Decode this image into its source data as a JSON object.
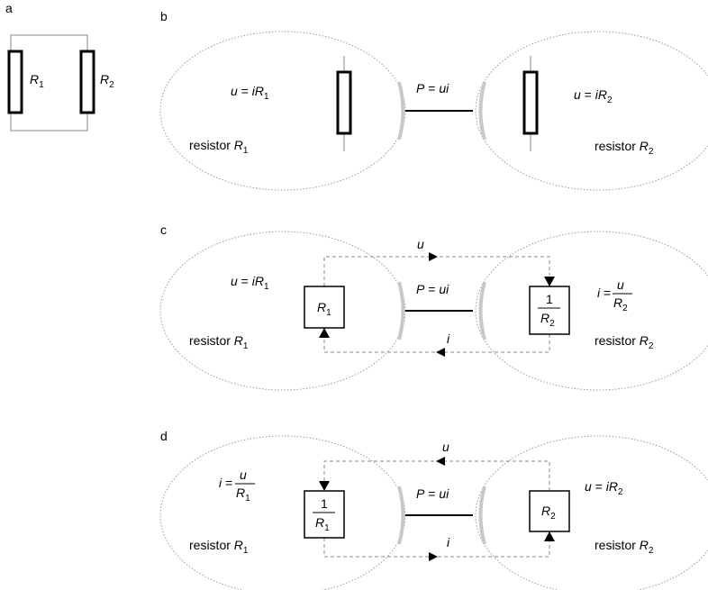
{
  "colors": {
    "wire": "#8a8a8a",
    "ellipse": "#9a9a9a",
    "dashed": "#8a8a8a",
    "stroke": "#000000"
  },
  "panels": {
    "a": {
      "label": "a",
      "r1": {
        "main": "R",
        "sub": "1"
      },
      "r2": {
        "main": "R",
        "sub": "2"
      }
    },
    "b": {
      "label": "b",
      "left_eq": {
        "pre": "u",
        "mid": " = ",
        "var": "iR",
        "sub": "1"
      },
      "right_eq": {
        "pre": "u",
        "mid": " = ",
        "var": "iR",
        "sub": "2"
      },
      "power": {
        "pre": "P",
        "mid": " = ",
        "var": "ui"
      },
      "left_name": {
        "word": "resistor ",
        "var": "R",
        "sub": "1"
      },
      "right_name": {
        "word": "resistor ",
        "var": "R",
        "sub": "2"
      }
    },
    "c": {
      "label": "c",
      "left_eq": {
        "pre": "u",
        "mid": " = ",
        "var": "iR",
        "sub": "1"
      },
      "right_eq": {
        "pre": "i",
        "mid": " = ",
        "num": "u",
        "den": "R",
        "densub": "2"
      },
      "power": {
        "pre": "P",
        "mid": " = ",
        "var": "ui"
      },
      "top_signal": "u",
      "bottom_signal": "i",
      "left_block": {
        "var": "R",
        "sub": "1"
      },
      "right_block": {
        "num": "1",
        "den": "R",
        "densub": "2"
      },
      "left_name": {
        "word": "resistor ",
        "var": "R",
        "sub": "1"
      },
      "right_name": {
        "word": "resistor ",
        "var": "R",
        "sub": "2"
      }
    },
    "d": {
      "label": "d",
      "left_eq": {
        "pre": "i",
        "mid": " = ",
        "num": "u",
        "den": "R",
        "densub": "1"
      },
      "right_eq": {
        "pre": "u",
        "mid": " = ",
        "var": "iR",
        "sub": "2"
      },
      "power": {
        "pre": "P",
        "mid": " = ",
        "var": "ui"
      },
      "top_signal": "u",
      "bottom_signal": "i",
      "left_block": {
        "num": "1",
        "den": "R",
        "densub": "1"
      },
      "right_block": {
        "var": "R",
        "sub": "2"
      },
      "left_name": {
        "word": "resistor ",
        "var": "R",
        "sub": "1"
      },
      "right_name": {
        "word": "resistor ",
        "var": "R",
        "sub": "2"
      }
    }
  }
}
